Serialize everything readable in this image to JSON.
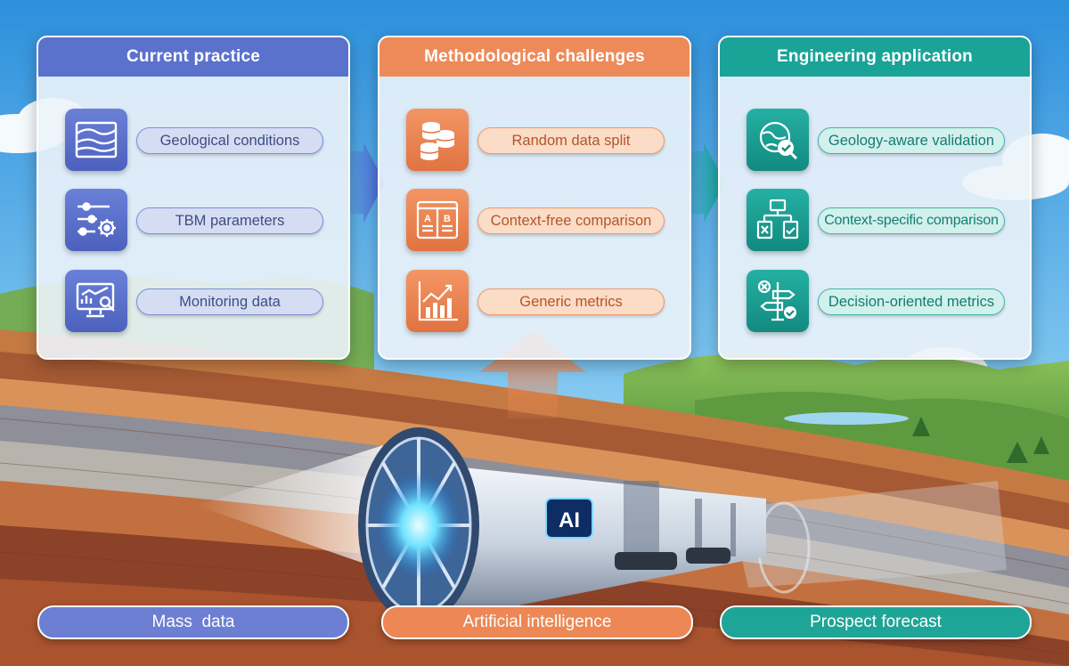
{
  "panels": [
    {
      "title": "Current practice",
      "color": "#5b72cc",
      "items": [
        {
          "icon": "terrain-layers-icon",
          "label": "Geological conditions"
        },
        {
          "icon": "sliders-gear-icon",
          "label": "TBM parameters"
        },
        {
          "icon": "monitor-magnifier-icon",
          "label": "Monitoring data"
        }
      ]
    },
    {
      "title": "Methodological challenges",
      "color": "#ee8a59",
      "items": [
        {
          "icon": "database-stack-icon",
          "label": "Random data split"
        },
        {
          "icon": "ab-comparison-icon",
          "label": "Context-free comparison"
        },
        {
          "icon": "bar-chart-icon",
          "label": "Generic metrics"
        }
      ]
    },
    {
      "title": "Engineering application",
      "color": "#1aa397",
      "items": [
        {
          "icon": "globe-check-icon",
          "label": "Geology-aware validation"
        },
        {
          "icon": "flowchart-check-icon",
          "label": "Context-specific comparison"
        },
        {
          "icon": "signpost-check-icon",
          "label": "Decision-oriented metrics"
        }
      ]
    }
  ],
  "bottom": {
    "mass_data": "Mass  data",
    "ai": "Artificial intelligence",
    "forecast": "Prospect forecast"
  },
  "tbm_badge": "AI"
}
